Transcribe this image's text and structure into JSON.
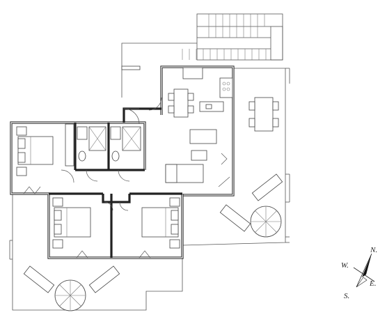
{
  "compass": {
    "north": "N.",
    "south": "S.",
    "east": "E.",
    "west": "W."
  }
}
